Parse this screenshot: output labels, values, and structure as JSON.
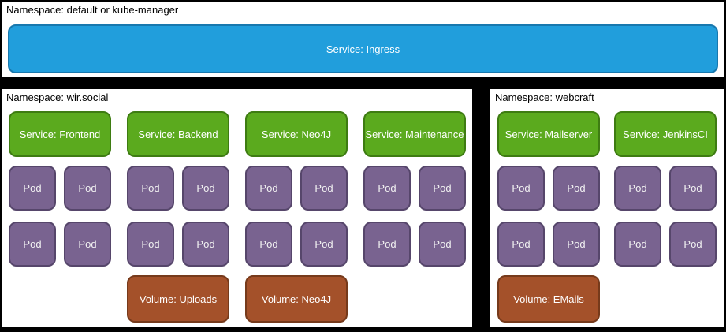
{
  "colors": {
    "background": "#000000",
    "namespace_fill": "#ffffff",
    "namespace_border": "#000000",
    "label_text": "#000000",
    "box_text": "#ffffff",
    "pod_text": "#f2f2f2",
    "service_ingress_fill": "#219edc",
    "service_ingress_border": "#1878ae",
    "service_fill": "#5baa1e",
    "service_border": "#3e7c12",
    "pod_fill": "#796390",
    "pod_border": "#56466b",
    "volume_fill": "#a4512a",
    "volume_border": "#763a1b"
  },
  "top_namespace": {
    "label": "Namespace: default or kube-manager",
    "service": "Service: Ingress"
  },
  "namespaces": [
    {
      "label": "Namespace: wir.social",
      "columns": [
        {
          "service": "Service: Frontend",
          "pods": [
            "Pod",
            "Pod",
            "Pod",
            "Pod"
          ],
          "volume": null
        },
        {
          "service": "Service: Backend",
          "pods": [
            "Pod",
            "Pod",
            "Pod",
            "Pod"
          ],
          "volume": "Volume: Uploads"
        },
        {
          "service": "Service: Neo4J",
          "pods": [
            "Pod",
            "Pod",
            "Pod",
            "Pod"
          ],
          "volume": "Volume: Neo4J"
        },
        {
          "service": "Service: Maintenance",
          "pods": [
            "Pod",
            "Pod",
            "Pod",
            "Pod"
          ],
          "volume": null
        }
      ]
    },
    {
      "label": "Namespace: webcraft",
      "columns": [
        {
          "service": "Service: Mailserver",
          "pods": [
            "Pod",
            "Pod",
            "Pod",
            "Pod"
          ],
          "volume": "Volume: EMails"
        },
        {
          "service": "Service: JenkinsCI",
          "pods": [
            "Pod",
            "Pod",
            "Pod",
            "Pod"
          ],
          "volume": null
        }
      ]
    }
  ]
}
